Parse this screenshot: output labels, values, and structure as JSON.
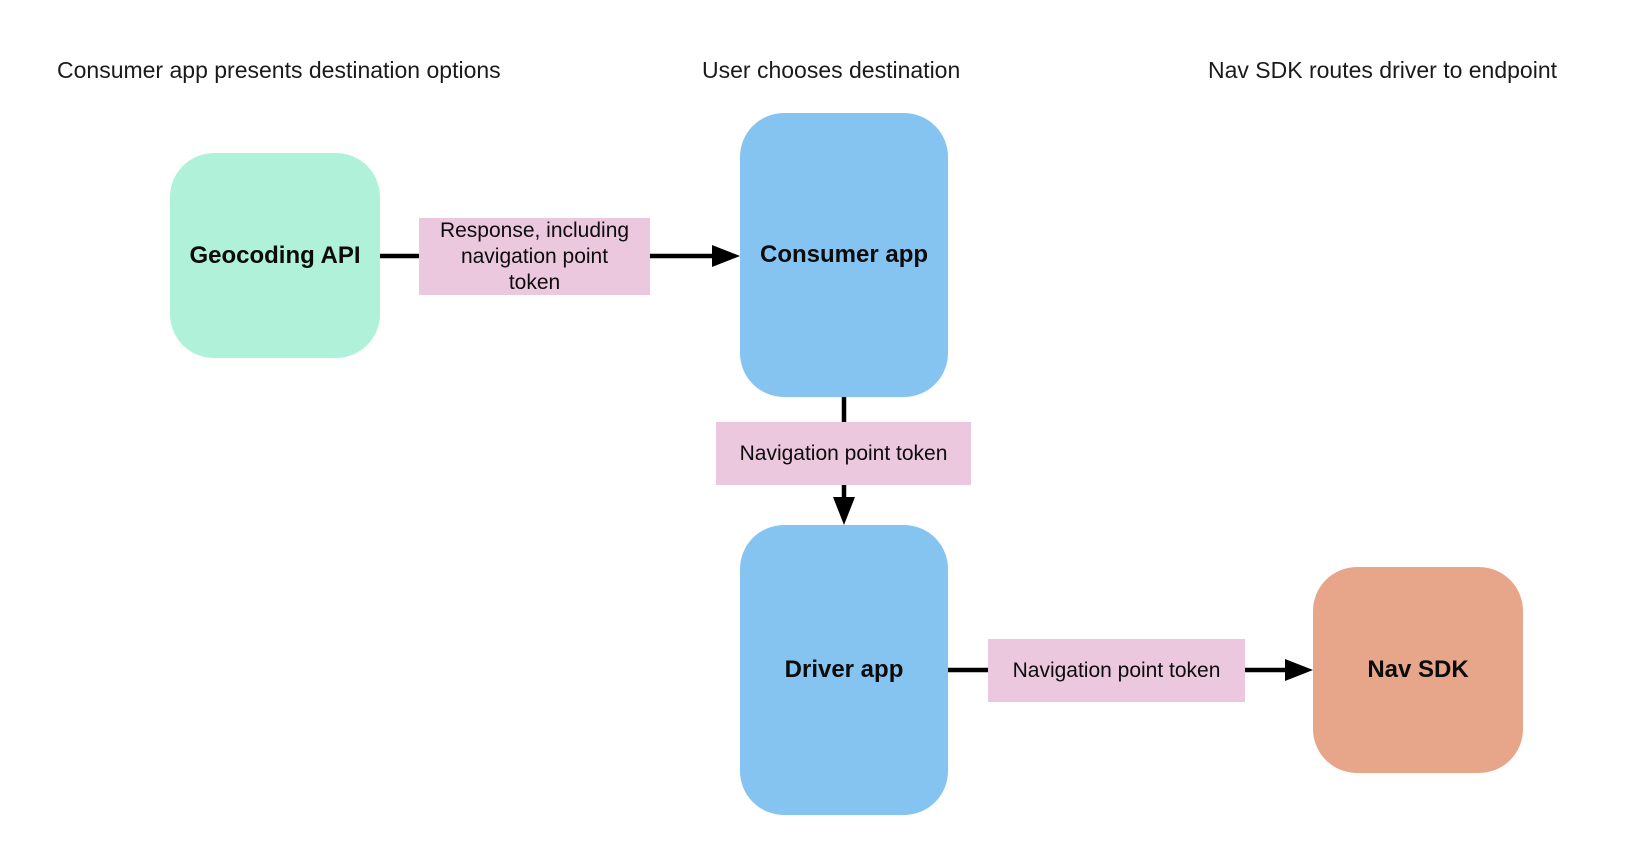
{
  "diagram": {
    "background": "#ffffff",
    "arrow_color": "#000000",
    "stage_headings": [
      "Consumer app presents destination options",
      "User chooses destination",
      "Nav SDK routes driver to endpoint"
    ],
    "nodes": [
      {
        "id": "geocoding-api",
        "label": "Geocoding API",
        "fill": "#b0f1d9"
      },
      {
        "id": "consumer-app",
        "label": "Consumer app",
        "fill": "#85c3f1"
      },
      {
        "id": "driver-app",
        "label": "Driver app",
        "fill": "#85c3f1"
      },
      {
        "id": "nav-sdk",
        "label": "Nav SDK",
        "fill": "#e7a58a"
      }
    ],
    "edge_labels": [
      {
        "id": "response-including-token",
        "text": "Response, including\nnavigation point\ntoken",
        "fill": "#ecc8de"
      },
      {
        "id": "navigation-point-token-middle",
        "text": "Navigation point token",
        "fill": "#ecc8de"
      },
      {
        "id": "navigation-point-token-bottom",
        "text": "Navigation point token",
        "fill": "#ecc8de"
      }
    ]
  }
}
